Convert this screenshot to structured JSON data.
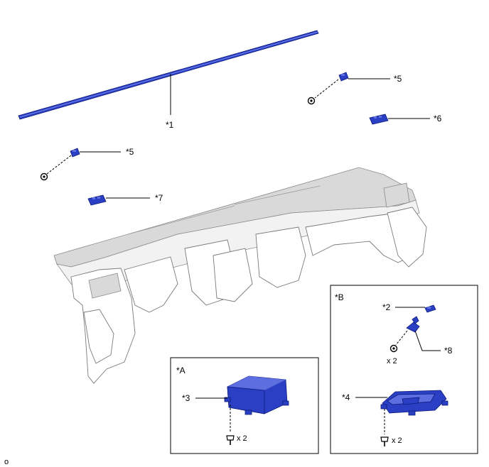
{
  "callouts": {
    "part1": "*1",
    "part2": "*2",
    "part3": "*3",
    "part4": "*4",
    "part5_right": "*5",
    "part5_left": "*5",
    "part6": "*6",
    "part7": "*7",
    "part8": "*8"
  },
  "insets": {
    "a": {
      "title": "*A",
      "qty": "x 2"
    },
    "b": {
      "title": "*B",
      "qty_top": "x 2",
      "qty_bottom": "x 2"
    }
  },
  "figure_id": "o",
  "colors": {
    "part_blue": "#2b3fc4",
    "panel_gray": "#d9d9d9"
  }
}
